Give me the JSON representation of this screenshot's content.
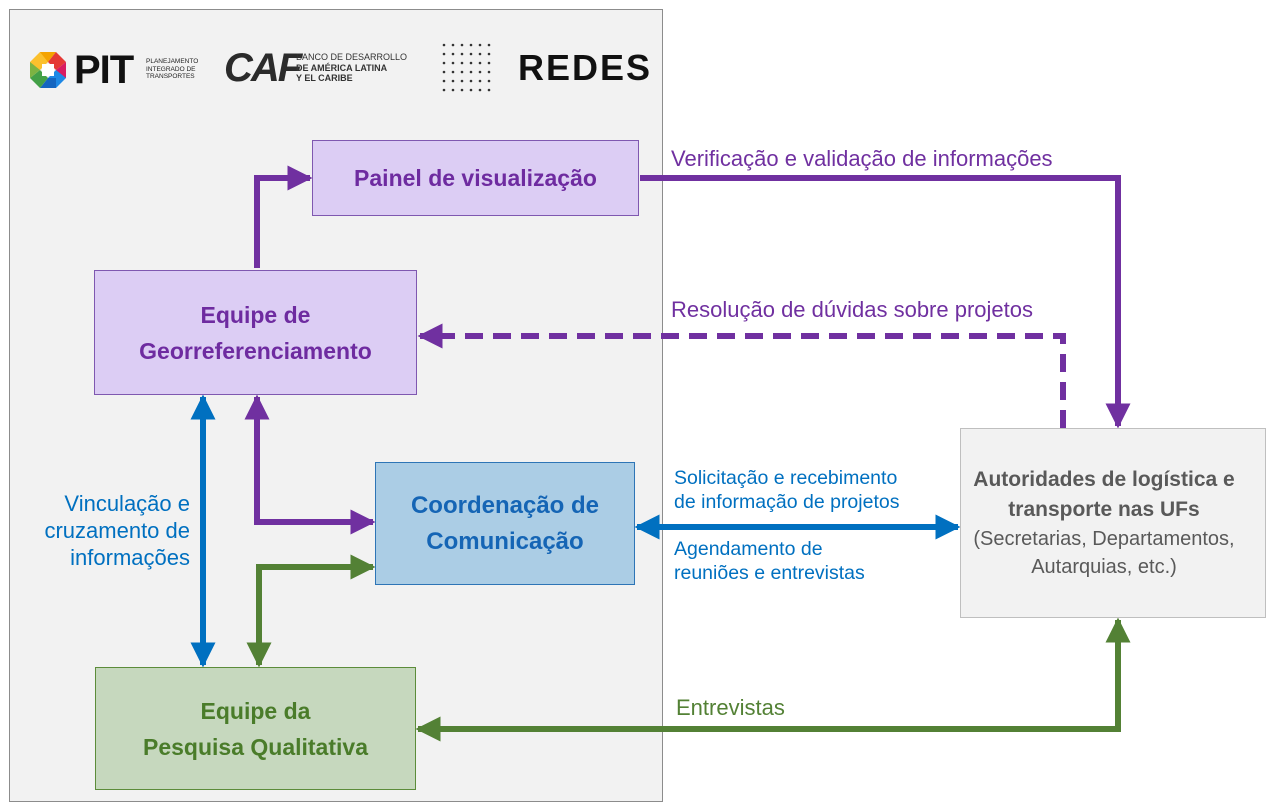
{
  "logos": {
    "pit": {
      "word": "PIT",
      "subtitle": "PLANEJAMENTO INTEGRADO DE TRANSPORTES"
    },
    "caf": {
      "word": "CAF",
      "line1": "BANCO DE DESARROLLO",
      "line2": "DE AMÉRICA LATINA",
      "line3": "Y EL CARIBE"
    },
    "redes": {
      "word": "REDES"
    }
  },
  "nodes": {
    "painel": "Painel de visualização",
    "georef_l1": "Equipe de",
    "georef_l2": "Georreferenciamento",
    "coord_l1": "Coordenação de",
    "coord_l2": "Comunicação",
    "pesquisa_l1": "Equipe da",
    "pesquisa_l2": "Pesquisa Qualitativa",
    "autoridades_l1": "Autoridades de logística e",
    "autoridades_l2": "transporte nas UFs",
    "autoridades_l3": "(Secretarias, Departamentos,",
    "autoridades_l4": "Autarquias, etc.)"
  },
  "edge_labels": {
    "verificacao": "Verificação e validação de informações",
    "resolucao": "Resolução de dúvidas sobre projetos",
    "vinculacao_l1": "Vinculação  e",
    "vinculacao_l2": "cruzamento de",
    "vinculacao_l3": "informações",
    "solicitacao_l1": "Solicitação e recebimento",
    "solicitacao_l2": "de informação de projetos",
    "agendamento_l1": "Agendamento de",
    "agendamento_l2": "reuniões e entrevistas",
    "entrevistas": "Entrevistas"
  },
  "colors": {
    "purple": "#7030a0",
    "blue": "#0070c0",
    "green": "#538135",
    "gray": "#595959"
  }
}
